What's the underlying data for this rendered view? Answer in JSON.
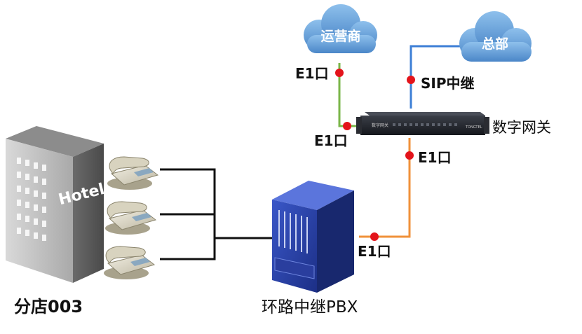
{
  "nodes": {
    "hotel": {
      "sign": "Hotel",
      "caption": "分店003"
    },
    "pbx": {
      "caption": "环路中继PBX"
    },
    "gateway": {
      "caption": "数字网关",
      "badge_left": "数字网关",
      "badge_right": "TONGTEL"
    },
    "carrier": {
      "label": "运营商"
    },
    "hq": {
      "label": "总部"
    }
  },
  "links": {
    "carrier_port": "E1口",
    "gateway_in_port": "E1口",
    "gateway_out_port": "E1口",
    "pbx_port": "E1口",
    "hq_trunk": "SIP中继"
  },
  "colors": {
    "carrier_link": "#7ab648",
    "hq_link": "#3d7fd6",
    "pbx_link": "#f0913a",
    "phone_link": "#111111",
    "port_dot": "#e3141b",
    "cloud": "#5b9bd5"
  }
}
